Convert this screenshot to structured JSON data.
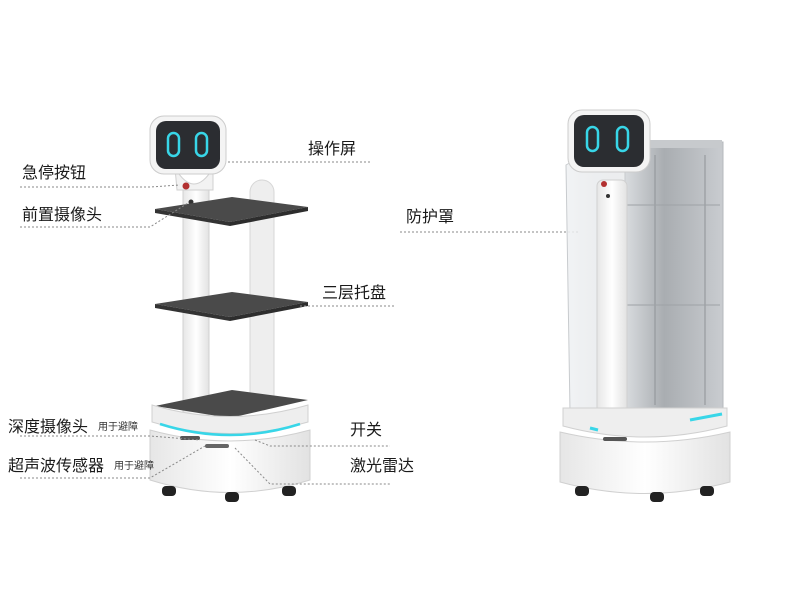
{
  "labels": {
    "emergency_stop": "急停按钮",
    "front_camera": "前置摄像头",
    "depth_camera": "深度摄像头",
    "depth_camera_note": "用于避障",
    "ultrasonic_sensor": "超声波传感器",
    "ultrasonic_note": "用于避障",
    "screen": "操作屏",
    "three_trays": "三层托盘",
    "power_switch": "开关",
    "lidar": "激光雷达",
    "protective_cover": "防护罩"
  },
  "colors": {
    "robot_body": "#f4f4f4",
    "tray": "#4a4a4a",
    "screen": "#2b2d31",
    "eyes": "#38d6e8",
    "leader_line": "#8a8a8a"
  }
}
